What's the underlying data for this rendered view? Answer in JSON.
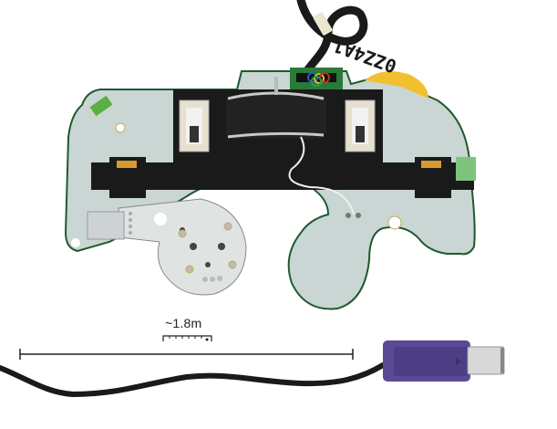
{
  "image": {
    "subject": "Game controller circuit board with cable and connector",
    "background_color": "#ffffff"
  },
  "scale_indicator": {
    "label": "~1.8m",
    "line_color": "#222222"
  },
  "board": {
    "pcb_color": "#c9d6d3",
    "pcb_edge_color": "#1f5a2e",
    "engraving_text": "0ZZ4A1",
    "frame_color": "#1a1a1a",
    "accent_yellow": "#f0c030",
    "label_green": "#7dc47a"
  },
  "cable": {
    "color": "#1a1a1a",
    "connector_color": "#5a4a96",
    "plug_color": "#d8d8d8"
  },
  "colors": {
    "wire_blue": "#2a5bc0",
    "wire_yellow": "#e0c020",
    "wire_green": "#2a9a40",
    "wire_red": "#c0302a"
  }
}
